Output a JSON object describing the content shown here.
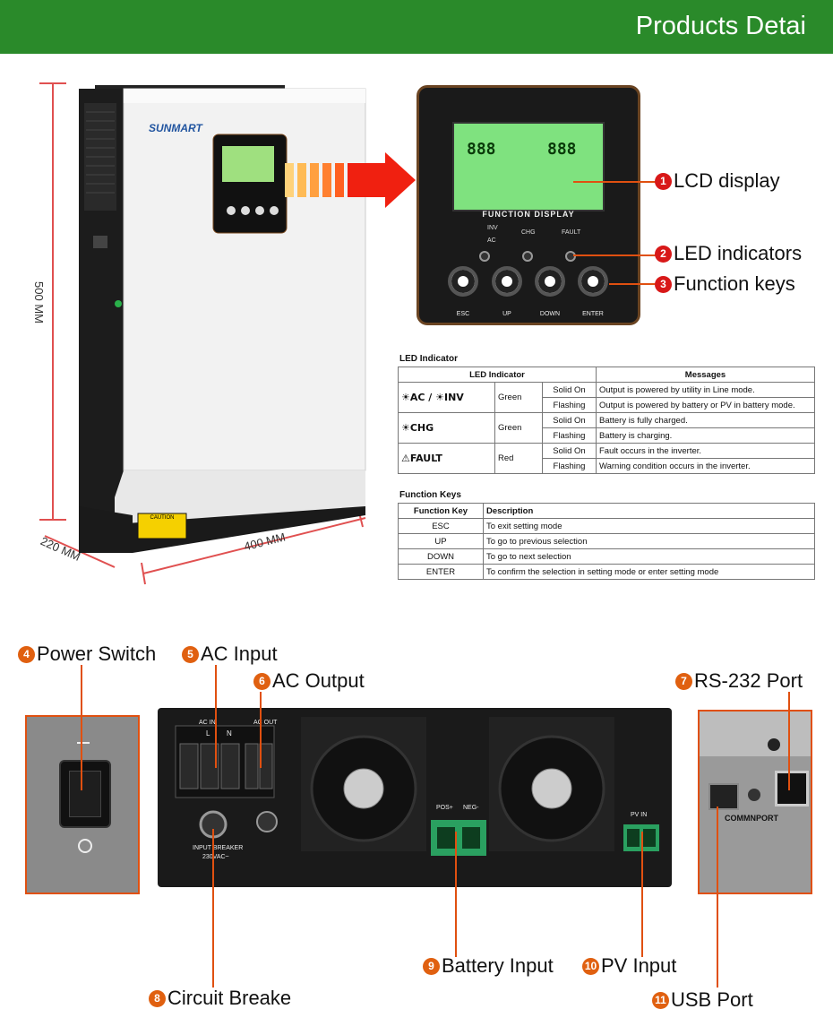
{
  "header": {
    "title": "Products Detai"
  },
  "brand": {
    "logo_text": "SUNMART"
  },
  "dimensions": {
    "height": "500 MM",
    "depth": "220 MM",
    "width": "400 MM"
  },
  "front_panel": {
    "lcd_digits_left": "888",
    "lcd_digits_right": "888",
    "function_display": "FUNCTION DISPLAY",
    "led_inv": "INV",
    "led_ac": "AC",
    "led_chg": "CHG",
    "led_fault": "FAULT",
    "keys": [
      "ESC",
      "UP",
      "DOWN",
      "ENTER"
    ]
  },
  "callouts": {
    "c1": {
      "num": "1",
      "label": "LCD display"
    },
    "c2": {
      "num": "2",
      "label": "LED indicators"
    },
    "c3": {
      "num": "3",
      "label": "Function keys"
    },
    "c4": {
      "num": "4",
      "label": "Power Switch"
    },
    "c5": {
      "num": "5",
      "label": "AC Input"
    },
    "c6": {
      "num": "6",
      "label": "AC Output"
    },
    "c7": {
      "num": "7",
      "label": "RS-232 Port"
    },
    "c8": {
      "num": "8",
      "label": "Circuit Breake"
    },
    "c9": {
      "num": "9",
      "label": "Battery Input"
    },
    "c10": {
      "num": "10",
      "label": "PV Input"
    },
    "c11": {
      "num": "11",
      "label": "USB Port"
    }
  },
  "led_table": {
    "title": "LED Indicator",
    "headers": [
      "LED Indicator",
      "Messages"
    ],
    "rows": [
      {
        "indicator": "☀AC / ☀INV",
        "color": "Green",
        "states": [
          {
            "state": "Solid On",
            "message": "Output is powered by utility in Line mode."
          },
          {
            "state": "Flashing",
            "message": "Output is powered by battery or PV in battery mode."
          }
        ]
      },
      {
        "indicator": "☀CHG",
        "color": "Green",
        "states": [
          {
            "state": "Solid On",
            "message": "Battery is fully charged."
          },
          {
            "state": "Flashing",
            "message": "Battery is charging."
          }
        ]
      },
      {
        "indicator": "⚠FAULT",
        "color": "Red",
        "states": [
          {
            "state": "Solid On",
            "message": "Fault occurs in the inverter."
          },
          {
            "state": "Flashing",
            "message": "Warning condition occurs in the inverter."
          }
        ]
      }
    ]
  },
  "keys_table": {
    "title": "Function Keys",
    "headers": [
      "Function Key",
      "Description"
    ],
    "rows": [
      {
        "key": "ESC",
        "desc": "To exit setting mode"
      },
      {
        "key": "UP",
        "desc": "To go to previous selection"
      },
      {
        "key": "DOWN",
        "desc": "To go to next selection"
      },
      {
        "key": "ENTER",
        "desc": "To confirm the selection in setting mode or enter setting mode"
      }
    ]
  },
  "rear_labels": {
    "ac_in": "AC IN",
    "ac_out": "AC OUT",
    "l": "L",
    "n": "N",
    "breaker": "INPUT BREAKER",
    "breaker_rating": "230VAC~",
    "pos": "POS+",
    "neg": "NEG-",
    "pv_in": "PV IN",
    "commnport": "COMMNPORT",
    "caution": "CAUTION"
  },
  "colors": {
    "header": "#2a8a2a",
    "callout_number": "#e06010",
    "leader_line": "#e05010"
  }
}
